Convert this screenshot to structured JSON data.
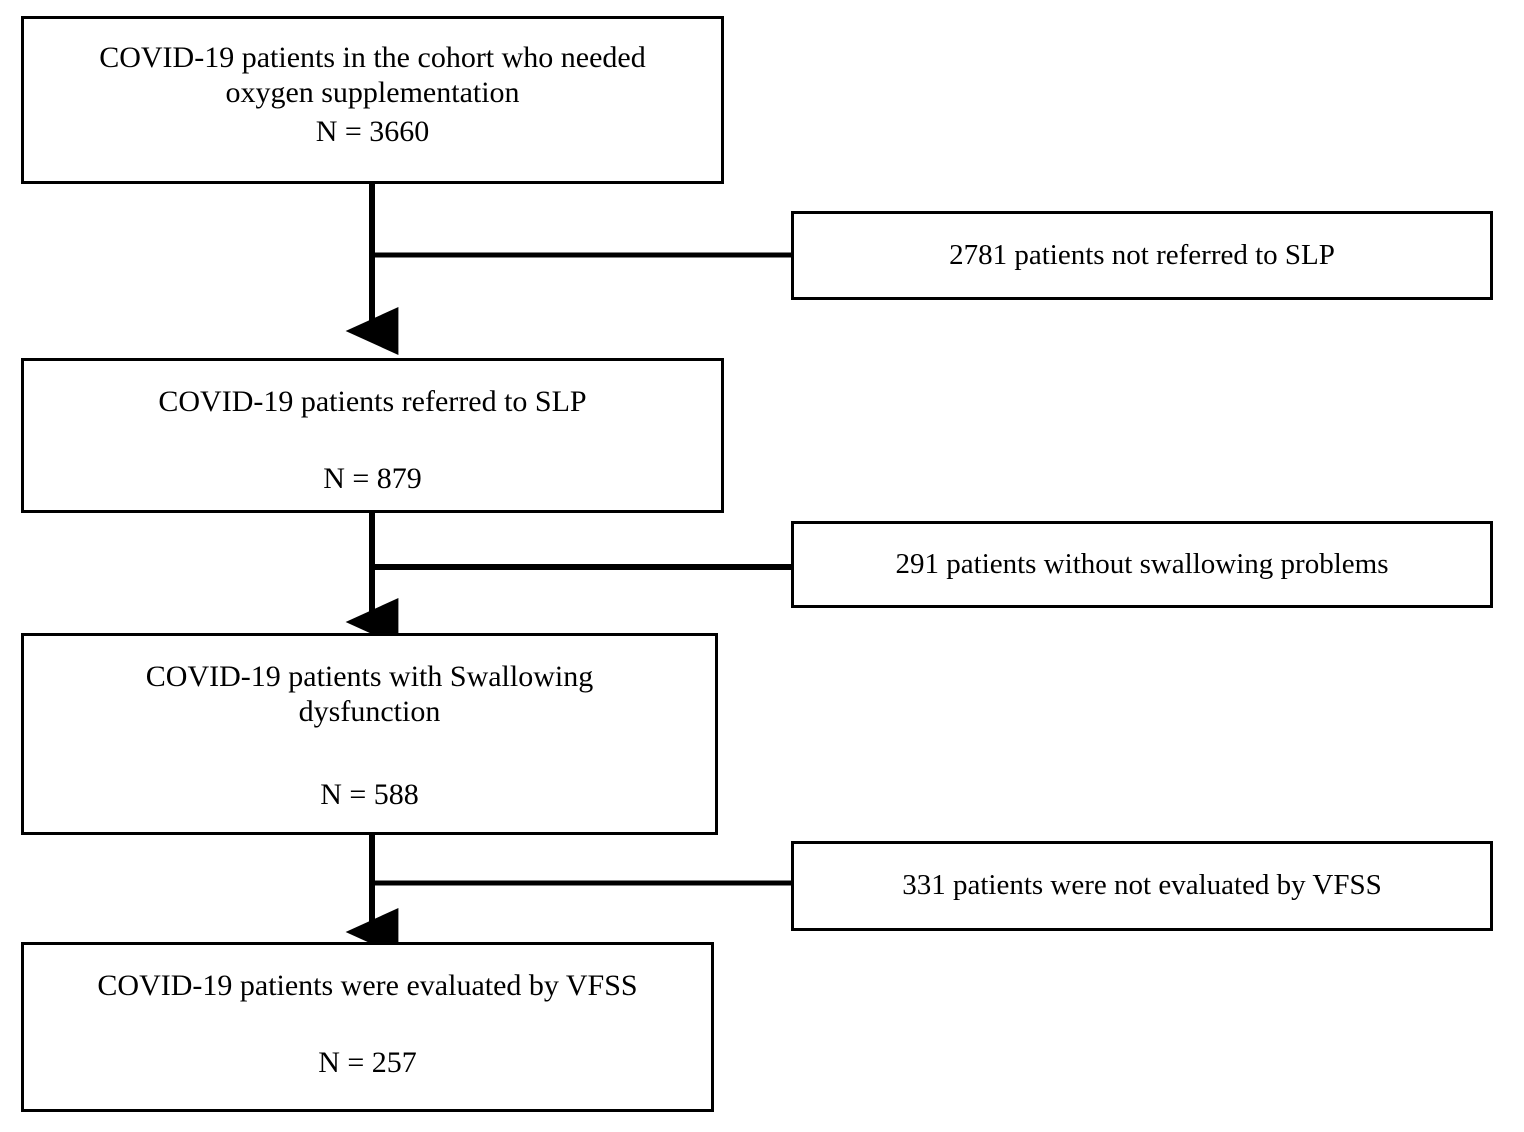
{
  "diagram": {
    "type": "flowchart",
    "orientation": "vertical-with-right-exclusions",
    "background_color": "#ffffff",
    "line_color": "#000000",
    "text_color": "#000000"
  },
  "nodes": {
    "cohort": {
      "line1": "COVID-19 patients in the cohort who needed",
      "line2": "oxygen supplementation",
      "line3": "N = 3660",
      "count": 3660
    },
    "referred": {
      "line1": "COVID-19 patients referred to SLP",
      "line2": "N = 879",
      "count": 879
    },
    "dysfunction": {
      "line1": "COVID-19 patients with Swallowing",
      "line2": "dysfunction",
      "line3": "N = 588",
      "count": 588
    },
    "vfss": {
      "line1": "COVID-19 patients were evaluated by VFSS",
      "line2": "N = 257",
      "count": 257
    }
  },
  "exclusions": {
    "not_referred_slp": {
      "label": "2781 patients not referred to SLP",
      "count": 2781
    },
    "no_swallowing_problems": {
      "label": "291 patients without swallowing problems",
      "count": 291
    },
    "not_evaluated_vfss": {
      "label": "331 patients were not evaluated by VFSS",
      "count": 331
    }
  },
  "chart_data": {
    "type": "table",
    "title": "COVID-19 swallowing study patient flow",
    "categories": [
      "Needed oxygen supplementation",
      "Referred to SLP",
      "With swallowing dysfunction",
      "Evaluated by VFSS"
    ],
    "values": [
      3660,
      879,
      588,
      257
    ],
    "excluded_labels": [
      "Not referred to SLP",
      "Without swallowing problems",
      "Not evaluated by VFSS"
    ],
    "excluded_values": [
      2781,
      291,
      331
    ]
  }
}
